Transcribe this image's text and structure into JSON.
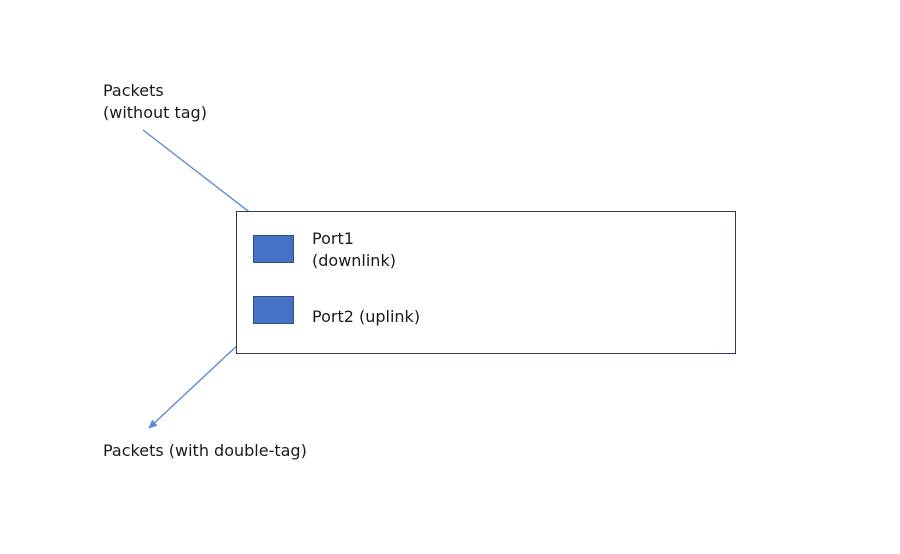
{
  "labels": {
    "ingress_line1": "Packets",
    "ingress_line2": "(without tag)",
    "egress": "Packets (with double-tag)",
    "port1_line1": "Port1",
    "port1_line2": "(downlink)",
    "port2": "Port2 (uplink)"
  },
  "colors": {
    "port_fill": "#4472c4",
    "arrow": "#5b8bd0",
    "box_border": "#2e3b4e"
  }
}
